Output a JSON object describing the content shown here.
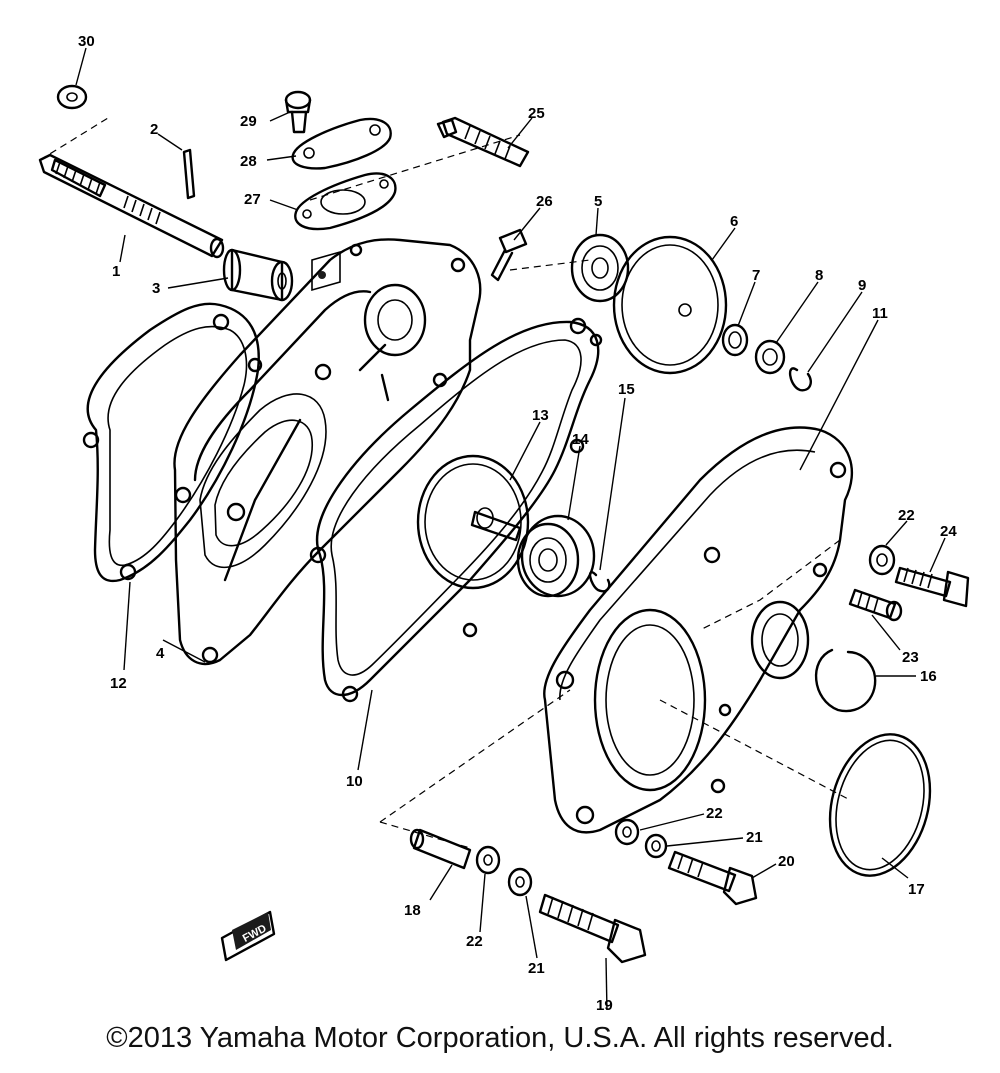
{
  "diagram": {
    "parts": [
      {
        "key": "p1",
        "number": "1"
      },
      {
        "key": "p2",
        "number": "2"
      },
      {
        "key": "p3",
        "number": "3"
      },
      {
        "key": "p4",
        "number": "4"
      },
      {
        "key": "p5",
        "number": "5"
      },
      {
        "key": "p6",
        "number": "6"
      },
      {
        "key": "p7",
        "number": "7"
      },
      {
        "key": "p8",
        "number": "8"
      },
      {
        "key": "p9",
        "number": "9"
      },
      {
        "key": "p10",
        "number": "10"
      },
      {
        "key": "p11",
        "number": "11"
      },
      {
        "key": "p12",
        "number": "12"
      },
      {
        "key": "p13",
        "number": "13"
      },
      {
        "key": "p14",
        "number": "14"
      },
      {
        "key": "p15",
        "number": "15"
      },
      {
        "key": "p16",
        "number": "16"
      },
      {
        "key": "p17",
        "number": "17"
      },
      {
        "key": "p18",
        "number": "18"
      },
      {
        "key": "p19",
        "number": "19"
      },
      {
        "key": "p20",
        "number": "20"
      },
      {
        "key": "p21a",
        "number": "21"
      },
      {
        "key": "p21b",
        "number": "21"
      },
      {
        "key": "p22a",
        "number": "22"
      },
      {
        "key": "p22b",
        "number": "22"
      },
      {
        "key": "p22c",
        "number": "22"
      },
      {
        "key": "p23",
        "number": "23"
      },
      {
        "key": "p24",
        "number": "24"
      },
      {
        "key": "p25",
        "number": "25"
      },
      {
        "key": "p26",
        "number": "26"
      },
      {
        "key": "p27",
        "number": "27"
      },
      {
        "key": "p28",
        "number": "28"
      },
      {
        "key": "p29",
        "number": "29"
      },
      {
        "key": "p30",
        "number": "30"
      }
    ],
    "fwd_mark": "FWD"
  },
  "copyright": "©2013 Yamaha Motor Corporation, U.S.A. All rights reserved."
}
